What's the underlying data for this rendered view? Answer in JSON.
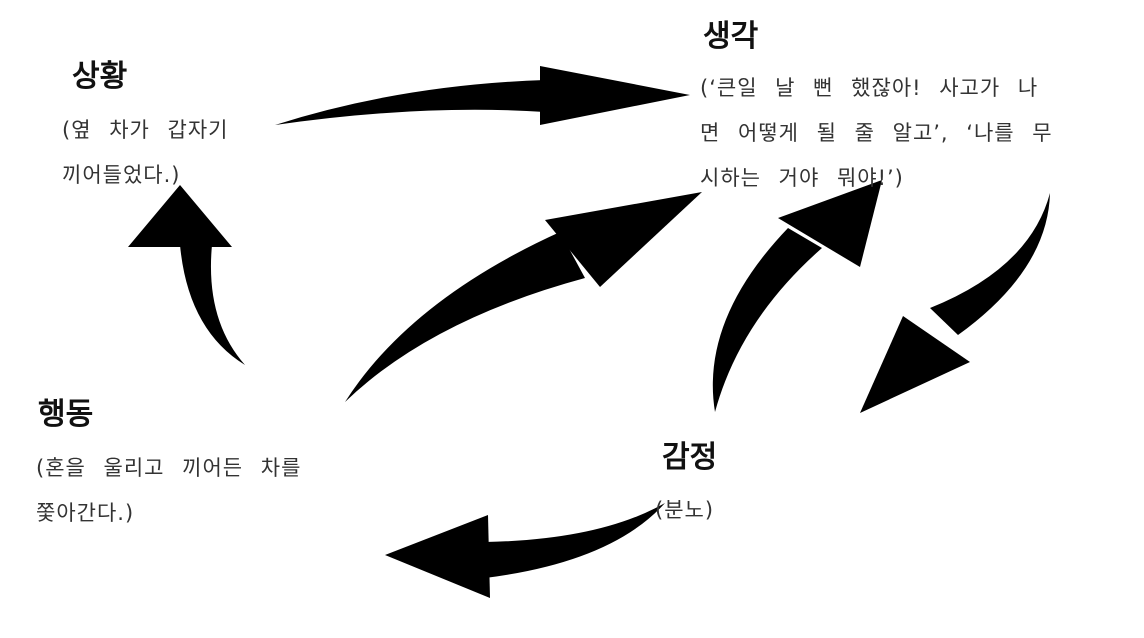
{
  "nodes": {
    "situation": {
      "title": "상황",
      "lines": [
        "(옆 차가 갑자기",
        "끼어들었다.)"
      ]
    },
    "thought": {
      "title": "생각",
      "lines": [
        "(‘큰일 날 뻔 했잖아! 사고가 나",
        "면 어떻게 될 줄 알고’, ‘나를 무",
        "시하는 거야 뭐야!’)"
      ]
    },
    "behavior": {
      "title": "행동",
      "lines": [
        "(혼을 울리고 끼어든 차를",
        "쫓아간다.)"
      ]
    },
    "emotion": {
      "title": "감정",
      "lines": [
        "(분노)"
      ]
    }
  },
  "colors": {
    "arrow": "#000000"
  }
}
